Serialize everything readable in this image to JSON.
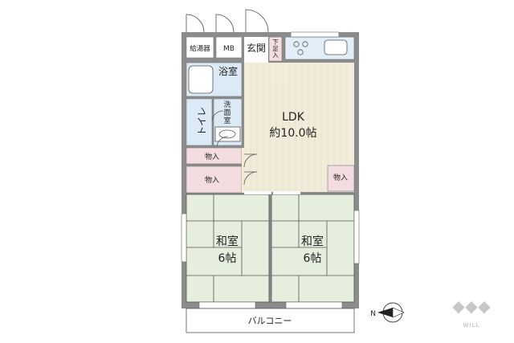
{
  "rooms": {
    "ldk_name": "LDK",
    "ldk_size": "約10.0帖",
    "washitsu_left_name": "和室",
    "washitsu_left_size": "6帖",
    "washitsu_right_name": "和室",
    "washitsu_right_size": "6帖",
    "bath": "浴室",
    "toilet": "トイレ",
    "washroom": [
      "洗",
      "面",
      "室"
    ],
    "entrance": "玄関",
    "shoe_storage": [
      "下",
      "足",
      "入"
    ],
    "water_heater": "給湯器",
    "mb": "MB",
    "storage_upper": "物入",
    "storage_lower": "物入",
    "storage_right": "物入",
    "balcony": "バルコニー"
  },
  "compass": {
    "north_label": "N"
  },
  "logo": {
    "text": "WILL"
  },
  "colors": {
    "wall": "#8c8c8c",
    "ldk_floor": "#f1ecd9",
    "tatami": "#e6eedd",
    "bath_floor": "#dce9f6",
    "storage": "#f4dde0",
    "counter": "#e2eef8"
  }
}
